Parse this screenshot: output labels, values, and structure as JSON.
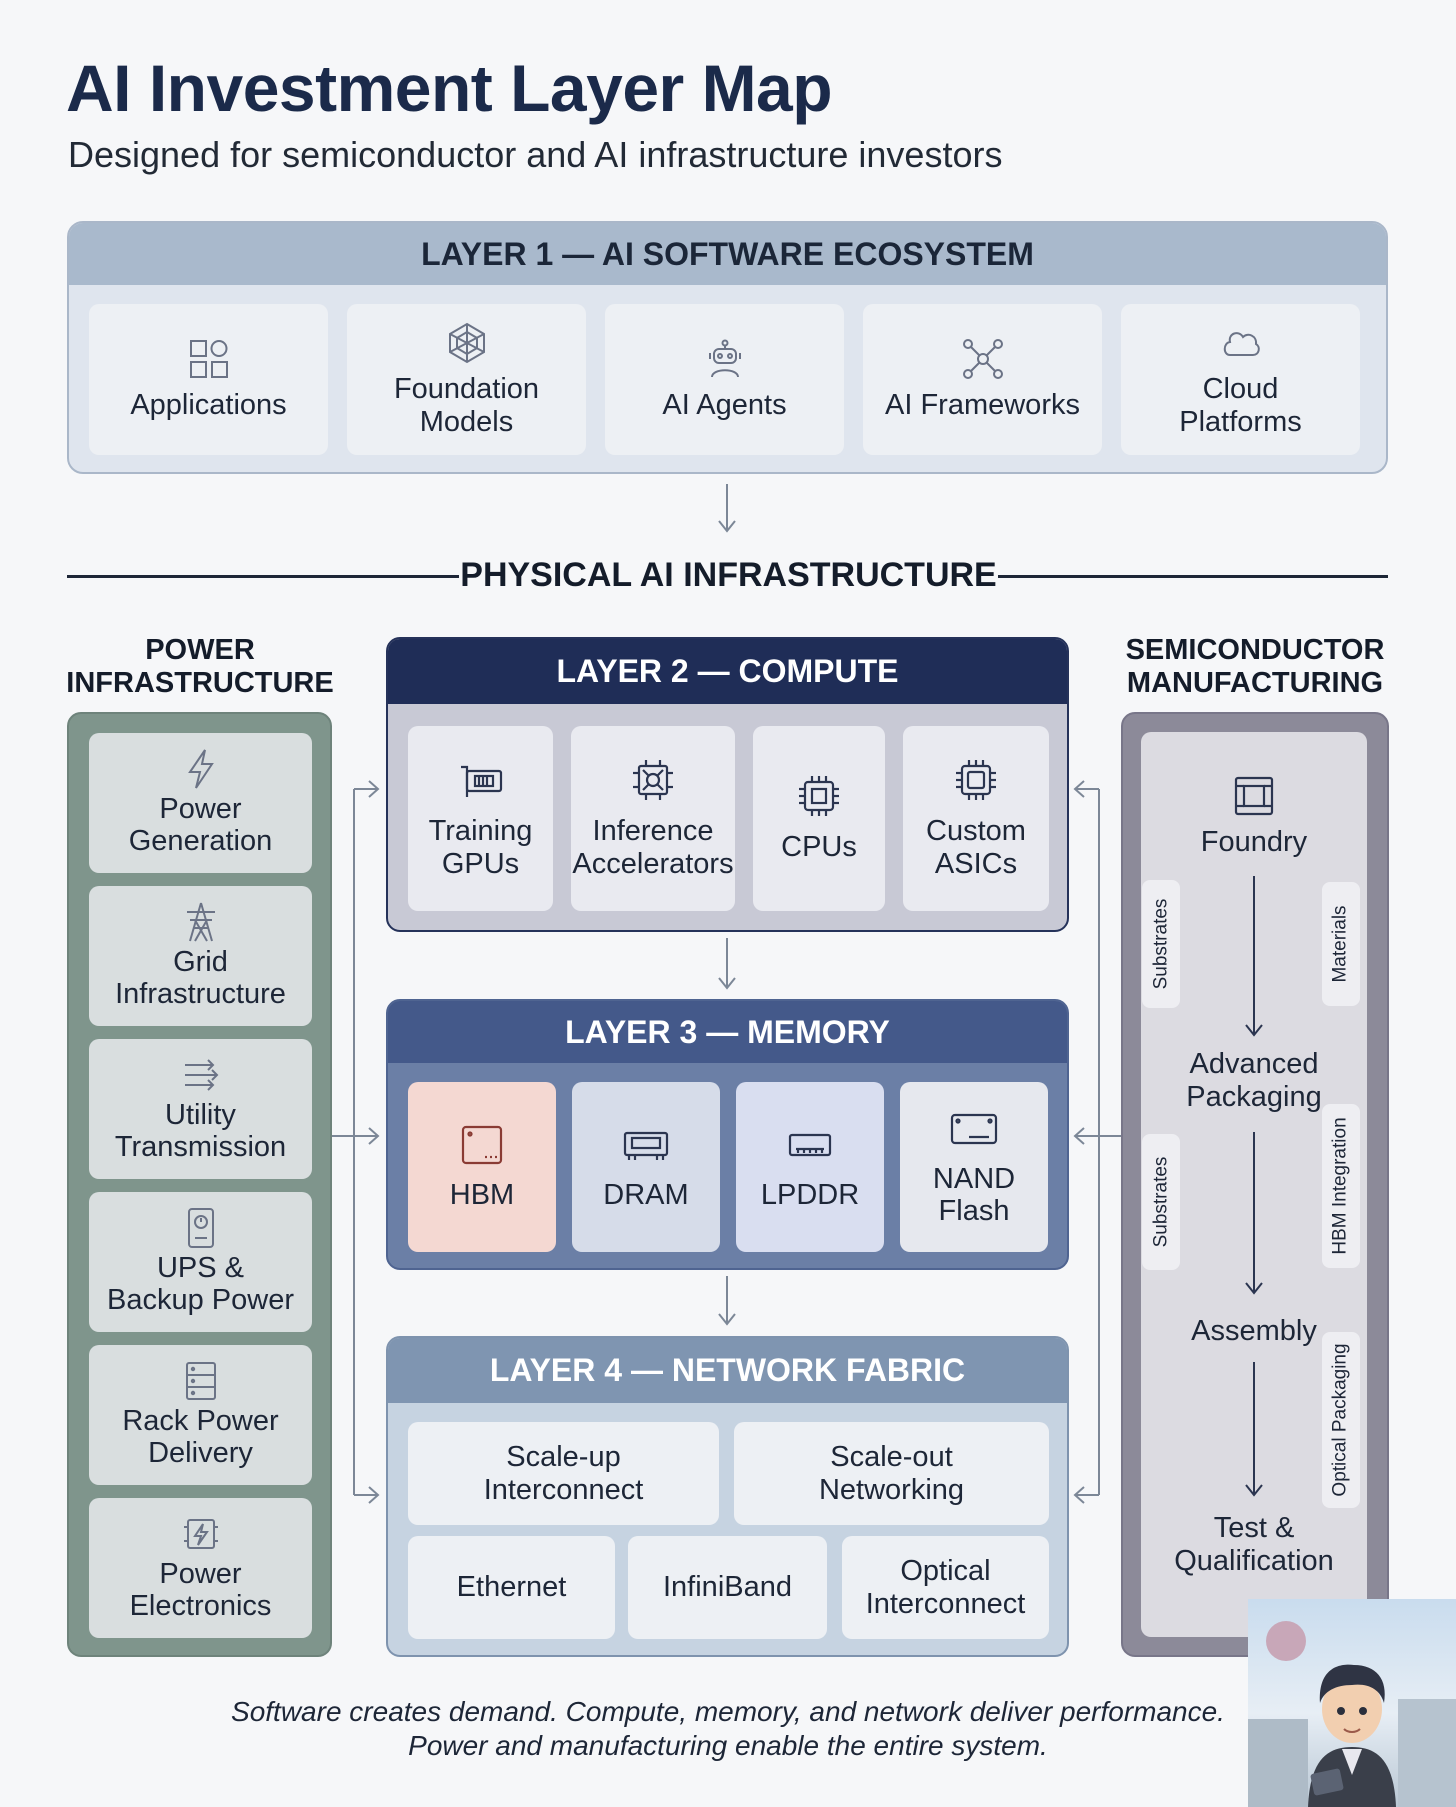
{
  "header": {
    "title": "AI Investment Layer Map",
    "subtitle": "Designed for semiconductor and AI infrastructure investors"
  },
  "layer1": {
    "title": "LAYER 1 — AI SOFTWARE ECOSYSTEM",
    "items": [
      {
        "label": "Applications",
        "icon": "grid-apps-icon"
      },
      {
        "label": "Foundation\nModels",
        "icon": "network-polyhedron-icon"
      },
      {
        "label": "AI Agents",
        "icon": "robot-icon"
      },
      {
        "label": "AI Frameworks",
        "icon": "node-graph-icon"
      },
      {
        "label": "Cloud\nPlatforms",
        "icon": "cloud-icon"
      }
    ]
  },
  "physical": {
    "title": "PHYSICAL AI INFRASTRUCTURE"
  },
  "power": {
    "title": "POWER\nINFRASTRUCTURE",
    "items": [
      {
        "label": "Power\nGeneration",
        "icon": "lightning-icon"
      },
      {
        "label": "Grid\nInfrastructure",
        "icon": "power-tower-icon"
      },
      {
        "label": "Utility\nTransmission",
        "icon": "transmission-arrows-icon"
      },
      {
        "label": "UPS &\nBackup Power",
        "icon": "ups-icon"
      },
      {
        "label": "Rack Power\nDelivery",
        "icon": "rack-icon"
      },
      {
        "label": "Power\nElectronics",
        "icon": "power-module-icon"
      }
    ]
  },
  "semiconductor": {
    "title": "SEMICONDUCTOR\nMANUFACTURING",
    "steps": [
      "Foundry",
      "Advanced\nPackaging",
      "Assembly",
      "Test &\nQualification"
    ],
    "left_tags": [
      "Substrates",
      "Substrates"
    ],
    "right_tags": [
      "Materials",
      "HBM Integration",
      "Optical Packaging"
    ],
    "icon": "chip-die-icon"
  },
  "layer2": {
    "title": "LAYER 2 — COMPUTE",
    "items": [
      {
        "label": "Training\nGPUs",
        "icon": "gpu-card-icon"
      },
      {
        "label": "Inference\nAccelerators",
        "icon": "accelerator-chip-icon"
      },
      {
        "label": "CPUs",
        "icon": "cpu-icon"
      },
      {
        "label": "Custom\nASICs",
        "icon": "asic-icon"
      }
    ]
  },
  "layer3": {
    "title": "LAYER 3 — MEMORY",
    "items": [
      {
        "label": "HBM",
        "icon": "hbm-chip-icon",
        "highlight": "#f4d8d2"
      },
      {
        "label": "DRAM",
        "icon": "dram-module-icon",
        "highlight": "#d6dce9"
      },
      {
        "label": "LPDDR",
        "icon": "lpddr-module-icon",
        "highlight": "#d9def0"
      },
      {
        "label": "NAND\nFlash",
        "icon": "ssd-icon",
        "highlight": "#e6e8ee"
      }
    ]
  },
  "layer4": {
    "title": "LAYER 4 — NETWORK FABRIC",
    "items": [
      "Scale-up\nInterconnect",
      "Scale-out\nNetworking",
      "Ethernet",
      "InfiniBand",
      "Optical\nInterconnect"
    ]
  },
  "footer": {
    "line1": "Software creates demand. Compute, memory, and network deliver performance.",
    "line2": "Power and manufacturing enable the entire system."
  },
  "colors": {
    "title": "#1b2a4a",
    "layer1_header": "#a9b9cc",
    "layer2_header": "#1f2d57",
    "layer3_header": "#44598a",
    "layer4_header": "#7f95b1",
    "power_column": "#7f958c",
    "semi_column": "#8c8a99",
    "hbm_highlight": "#f4d8d2"
  }
}
